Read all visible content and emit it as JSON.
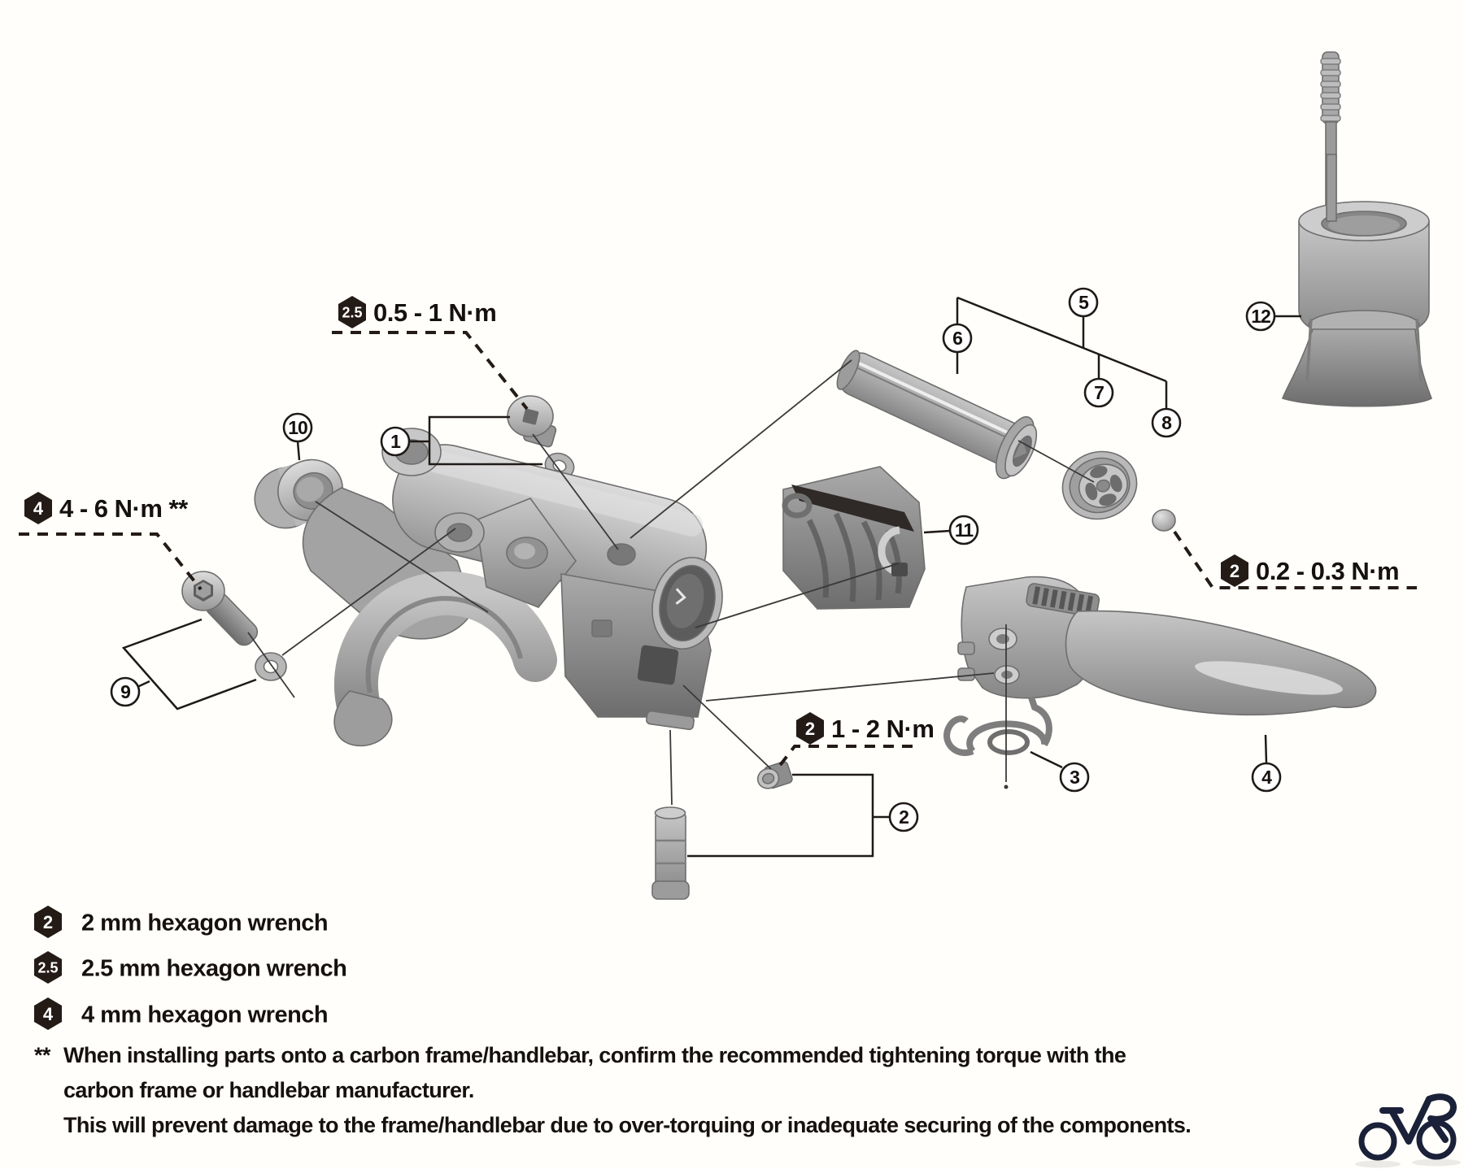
{
  "diagram": {
    "type": "exploded-parts-diagram",
    "callouts": [
      "1",
      "2",
      "3",
      "4",
      "5",
      "6",
      "7",
      "8",
      "9",
      "10",
      "11",
      "12"
    ],
    "torque_labels": [
      {
        "tool": "2.5",
        "value": "0.5 - 1 N·m"
      },
      {
        "tool": "4",
        "value": "4 - 6 N·m **"
      },
      {
        "tool": "2",
        "value": "0.2 - 0.3 N·m"
      },
      {
        "tool": "2",
        "value": "1 - 2 N·m"
      }
    ],
    "legend": [
      {
        "tool": "2",
        "label": "2 mm hexagon wrench"
      },
      {
        "tool": "2.5",
        "label": "2.5 mm hexagon wrench"
      },
      {
        "tool": "4",
        "label": "4 mm hexagon wrench"
      }
    ],
    "footnote": {
      "marker": "**",
      "line1": "When installing parts onto a carbon frame/handlebar, confirm the recommended tightening torque with the",
      "line2": "carbon frame or handlebar manufacturer.",
      "line3": "This will prevent damage to the frame/handlebar due to over-torquing or inadequate securing of the components."
    },
    "logo_icon": "bicycle-logo",
    "colors": {
      "background": "#fffefa",
      "line": "#1f1a17",
      "badge": "#241b16",
      "part_light": "#d9d9d9",
      "part_mid": "#a8a8a8",
      "part_dark": "#6d6d6d",
      "logo": "#1a2138"
    }
  }
}
